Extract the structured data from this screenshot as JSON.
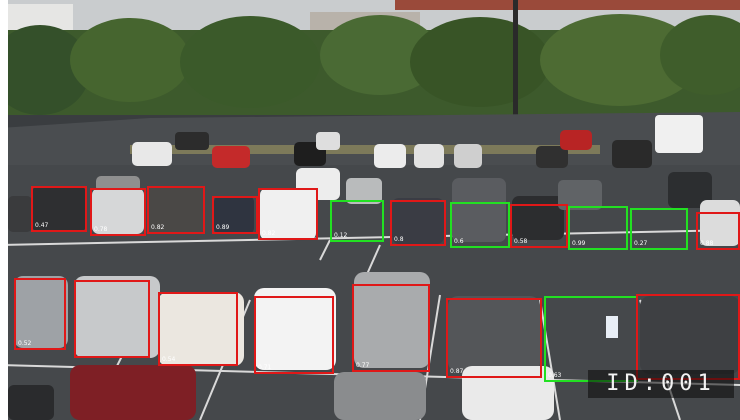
{
  "feed": {
    "camera_id": "ID:001",
    "colors": {
      "occupied": "#e01818",
      "vacant": "#22e022"
    }
  },
  "slots": [
    {
      "id": "r1-1",
      "status": "occupied",
      "confidence": "0.47"
    },
    {
      "id": "r1-2",
      "status": "occupied",
      "confidence": "0.78"
    },
    {
      "id": "r1-3",
      "status": "occupied",
      "confidence": "0.82"
    },
    {
      "id": "r1-4",
      "status": "occupied",
      "confidence": "0.89"
    },
    {
      "id": "r1-5",
      "status": "occupied",
      "confidence": "0.82"
    },
    {
      "id": "r1-6",
      "status": "vacant",
      "confidence": "0.12"
    },
    {
      "id": "r1-7",
      "status": "occupied",
      "confidence": "0.8"
    },
    {
      "id": "r1-8",
      "status": "vacant",
      "confidence": "0.6"
    },
    {
      "id": "r1-9",
      "status": "occupied",
      "confidence": "0.58"
    },
    {
      "id": "r1-10",
      "status": "vacant",
      "confidence": "0.99"
    },
    {
      "id": "r1-11",
      "status": "vacant",
      "confidence": "0.27"
    },
    {
      "id": "r1-12",
      "status": "occupied",
      "confidence": "0.88"
    },
    {
      "id": "r2-1",
      "status": "occupied",
      "confidence": "0.52"
    },
    {
      "id": "r2-2",
      "status": "occupied",
      "confidence": ""
    },
    {
      "id": "r2-3",
      "status": "occupied",
      "confidence": "0.54"
    },
    {
      "id": "r2-4",
      "status": "occupied",
      "confidence": "0.71"
    },
    {
      "id": "r2-5",
      "status": "occupied",
      "confidence": "0.77"
    },
    {
      "id": "r2-6",
      "status": "occupied",
      "confidence": "0.87"
    },
    {
      "id": "r2-7",
      "status": "vacant",
      "confidence": "0.63"
    },
    {
      "id": "r2-8",
      "status": "occupied",
      "confidence": ""
    }
  ]
}
